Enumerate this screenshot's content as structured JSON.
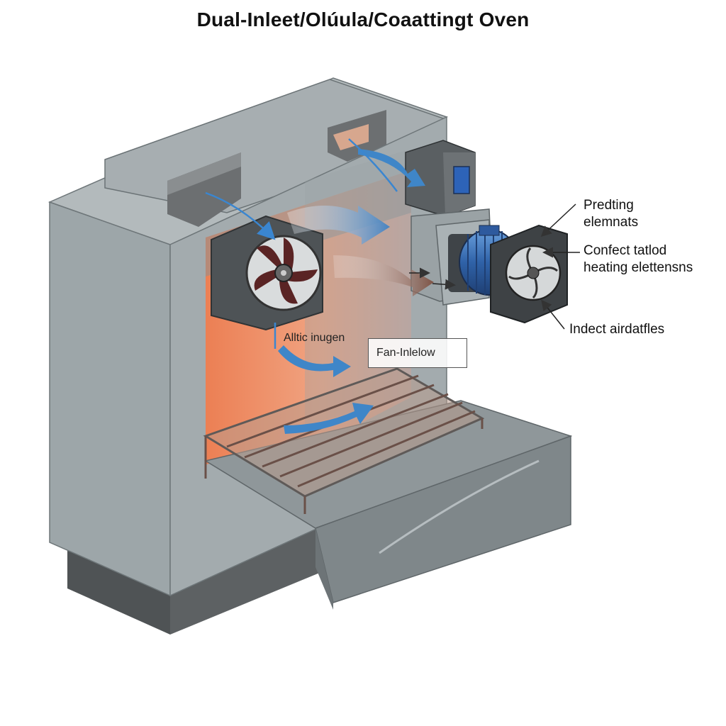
{
  "title": "Dual-Inleet/Olúula/Coaattingt Oven",
  "labels": {
    "preheating_elements": [
      "Predting",
      "elemnats"
    ],
    "convection_heating": [
      "Confect tatlod",
      "heating elettensns"
    ],
    "indirect_airflow": "Indect airdatfles",
    "inner_caption": "Alltic inugen",
    "fan_inlet_box": "Fan-Inlelow"
  },
  "colors": {
    "body": "#9aa3a6",
    "body_dark": "#7d8689",
    "base": "#55595b",
    "chamber_glow": "#f08a5c",
    "airflow_blue": "#3f86c8",
    "airflow_warm": "#8a5a4a",
    "motor_blue": "#2f5f9e",
    "fan_blade": "#5a2a2a"
  },
  "icons": [
    "fan-icon",
    "motor-icon",
    "control-box-icon",
    "airflow-arrow-icon"
  ]
}
